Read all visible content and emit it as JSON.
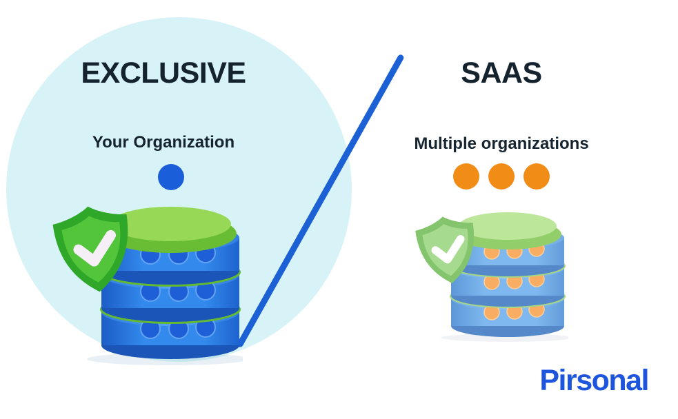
{
  "canvas": {
    "background": "#ffffff"
  },
  "colors": {
    "circle_bg": "#d8f3f7",
    "heading_text": "#14232e",
    "subtitle_text": "#15242f",
    "divider_blue": "#1c60d6",
    "logo_blue": "#1d56dd",
    "exclusive_dot_blue": "#1a5eda",
    "saas_dot_orange": "#f18d17",
    "db_blue_body": "#3389ec",
    "db_blue_dark": "#1c55b8",
    "db_green_cap": "#97d957",
    "db_green_separator": "#64ba31",
    "shield_green": "#2fa82a",
    "shield_green_inner": "#52c53a",
    "checkmark_white": "#f6eff7",
    "pastel_db_body": "#7fb8ee",
    "pastel_db_dark": "#5588c8",
    "pastel_green_cap": "#bce79a",
    "pastel_dot_orange": "#f9ad62",
    "pastel_shield_green": "#84c46c"
  },
  "left_panel": {
    "title": "EXCLUSIVE",
    "subtitle": "Your Organization",
    "dot_count": 1,
    "icons": [
      "database-stack-icon",
      "shield-check-icon"
    ]
  },
  "right_panel": {
    "title": "SAAS",
    "subtitle": "Multiple organizations",
    "dot_count": 3,
    "icons": [
      "database-stack-icon",
      "shield-check-icon"
    ]
  },
  "footer": {
    "logo_text": "Pirsonal"
  }
}
